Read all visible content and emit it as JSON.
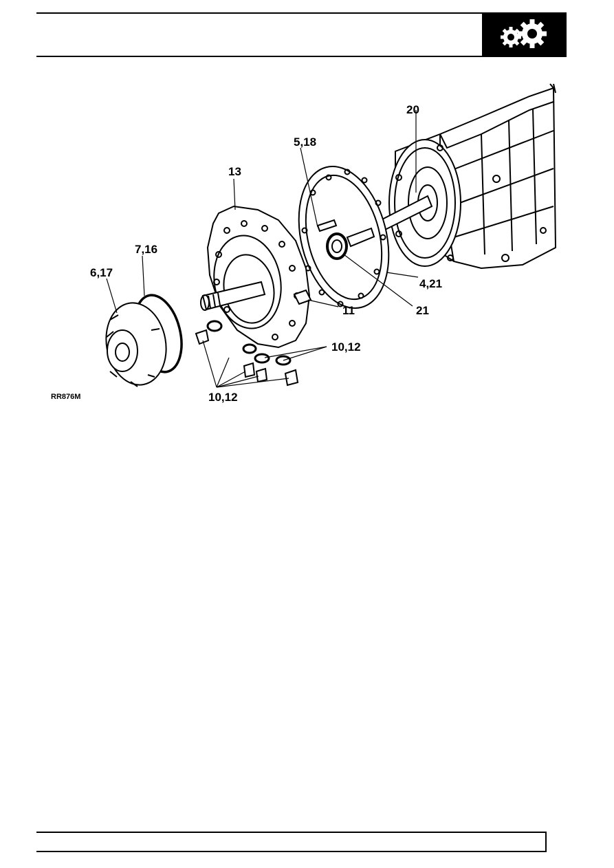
{
  "header": {
    "section_icon": "gears-icon"
  },
  "figure": {
    "reference": "RR876M",
    "callouts": {
      "c20": "20",
      "c5_18": "5,18",
      "c13": "13",
      "c7_16": "7,16",
      "c6_17": "6,17",
      "c4_21": "4,21",
      "c11": "11",
      "c21": "21",
      "c10_12_right": "10,12",
      "c10_12_bottom": "10,12"
    }
  },
  "colors": {
    "ink": "#000000",
    "paper": "#ffffff"
  }
}
